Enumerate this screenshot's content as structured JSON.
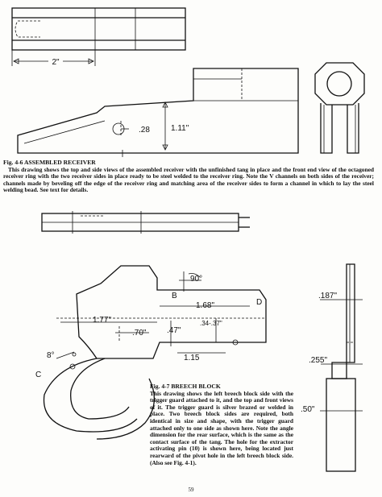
{
  "figure_1": {
    "dimensions": {
      "length": "2\"",
      "depth": ".28",
      "height": "1.11\""
    },
    "caption_title": "Fig. 4-6 ASSEMBLED RECEIVER",
    "caption_body": "This drawing shows the top and side views of the assembled receiver with the unfinished tang in place and the front end view of the octagoned receiver ring with the two receiver sides in place ready to be steel welded to the receiver ring. Note the V channels on both sides of the receiver; channels made by beveling off the edge of the receiver ring and matching area of the receiver sides to form a channel in which to lay the steel welding bead. See text for details."
  },
  "figure_2": {
    "dimensions": {
      "angle_top": "90°",
      "point_b": "B",
      "width_168": "1.68\"",
      "point_d": "D",
      "width_177": "1.77\"",
      "offset_70": ".70\"",
      "height_47": ".47\"",
      "height_34_37": ".34-.37\"",
      "height_115": "1.15",
      "angle_8": "8°",
      "point_c": "C",
      "thick_187": ".187\"",
      "thick_255": ".255\"",
      "width_50": ".50\""
    },
    "caption_title": "Fig. 4-7 BREECH BLOCK",
    "caption_body": "This drawing shows the left breech block side with the trigger guard attached to it, and the top and front views of it. The trigger guard is silver brazed or welded in place. Two breech block sides are required, both identical in size and shape, with the trigger guard attached only to one side as shown here. Note the angle dimension for the rear surface, which is the same as the contact surface of the tang. The hole for the extractor activating pin (10) is shown here, being located just rearward of the pivot hole in the left breech block side. (Also see Fig. 4-1)."
  },
  "page_number": "59"
}
